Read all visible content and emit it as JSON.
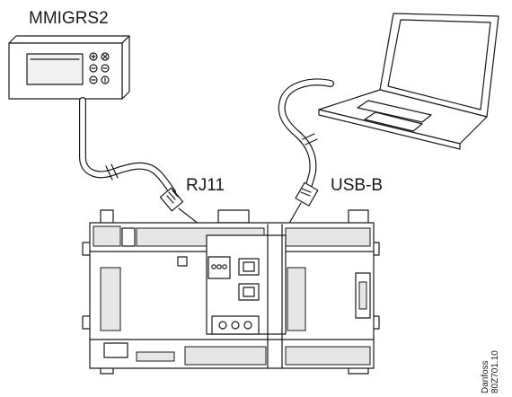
{
  "labels": {
    "display_unit": "MMIGRS2",
    "rj11": "RJ11",
    "usb": "USB-B",
    "brand": "Danfoss",
    "code": "80Z701.10"
  },
  "colors": {
    "stroke": "#1a1a1a",
    "panel_fill": "#ffffff",
    "shade": "#e6e6e6",
    "screen_fill": "#f2f2f2"
  },
  "icons": [
    "display-unit",
    "laptop",
    "controller-module",
    "rj11-plug",
    "usb-plug",
    "cable"
  ]
}
